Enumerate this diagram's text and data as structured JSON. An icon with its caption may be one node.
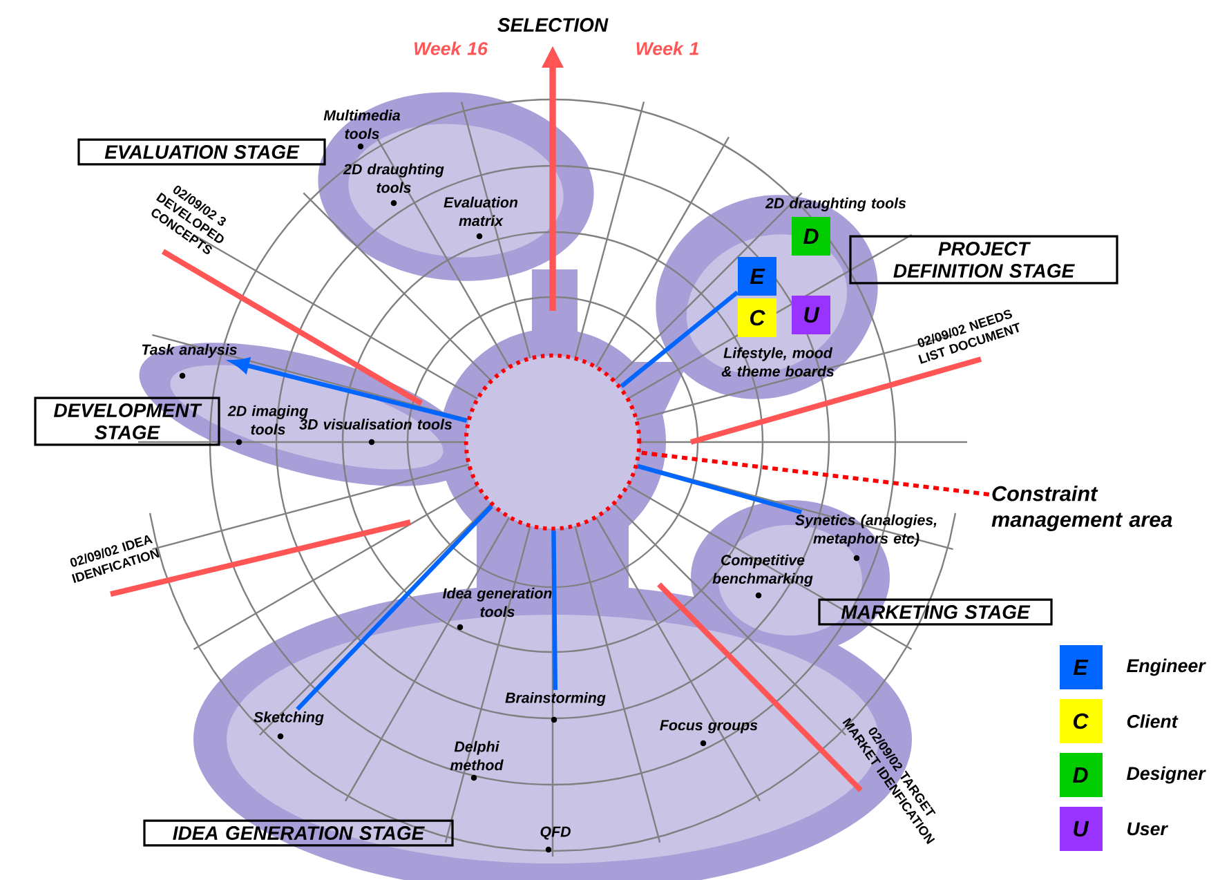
{
  "diagram": {
    "nodes": [
      {
        "text": [],
        "shape": "circle"
      },
      {
        "text": [
          "EVALUATION STAGE"
        ]
      },
      {
        "text": [
          "Multimedia tools"
        ]
      },
      {
        "text": [
          "2D draughting tools"
        ]
      },
      {
        "text": [
          "Evaluation matrix"
        ]
      },
      {
        "text": [
          "2D draughting tools"
        ]
      },
      {
        "text": [
          "D"
        ]
      },
      {
        "text": [
          "PROJECT DEFINITION STAGE"
        ]
      },
      {
        "text": [
          "E"
        ]
      },
      {
        "text": [
          "U"
        ]
      },
      {
        "text": [
          "Lifestyle, mood & theme boards"
        ]
      },
      {
        "text": [
          "C"
        ]
      },
      {
        "text": [
          "Task analysis"
        ]
      },
      {
        "text": [
          "DEVELOPMENT STAGE"
        ]
      },
      {
        "text": [
          "2D imaging tools"
        ]
      },
      {
        "text": [
          "3D visualisation tools"
        ]
      },
      {
        "text": [
          "Constraint management area"
        ]
      },
      {
        "text": [
          "Synetics (analogies, metaphors etc)"
        ]
      },
      {
        "text": [
          "Competitive benchmarking"
        ]
      },
      {
        "text": [
          "MARKETING STAGE"
        ]
      },
      {
        "text": [
          "Idea generation tools"
        ]
      },
      {
        "text": [
          "Brainstorming"
        ]
      },
      {
        "text": [
          "Sketching"
        ]
      },
      {
        "text": [
          "Focus groups"
        ]
      },
      {
        "text": [
          "Delphi method"
        ]
      },
      {
        "text": [
          "IDEA GENERATION STAGE"
        ]
      },
      {
        "text": [
          "QFD"
        ]
      }
    ],
    "edges": [
      {
        "from": 0,
        "to": 12,
        "arrow": "to"
      },
      {
        "from": 0,
        "to": 22,
        "arrow": "none"
      },
      {
        "from": 0,
        "to": 21,
        "arrow": "none"
      },
      {
        "from": 0,
        "to": 17,
        "arrow": "none"
      },
      {
        "from": 0,
        "to": 8,
        "arrow": "none"
      },
      {
        "from": 16,
        "to": 0,
        "arrow": "none",
        "style": "dashed",
        "color": "#ff0000"
      }
    ],
    "labels": [
      "SELECTION",
      "Week 16",
      "Week 1",
      "02/09/02 3 DEVELOPED CONCEPTS",
      "02/09/02 NEEDS LIST DOCUMENT",
      "02/09/02 IDEA IDENFICATION",
      "02/09/02 TARGET MARKET IDENFICATION",
      "E",
      "C",
      "D",
      "U"
    ],
    "legend": [
      {
        "text": "Engineer",
        "color": "#0066ff"
      },
      {
        "text": "Client",
        "color": "#ffff00"
      },
      {
        "text": "Designer",
        "color": "#00cc00"
      },
      {
        "text": "User",
        "color": "#9933ff"
      }
    ]
  }
}
